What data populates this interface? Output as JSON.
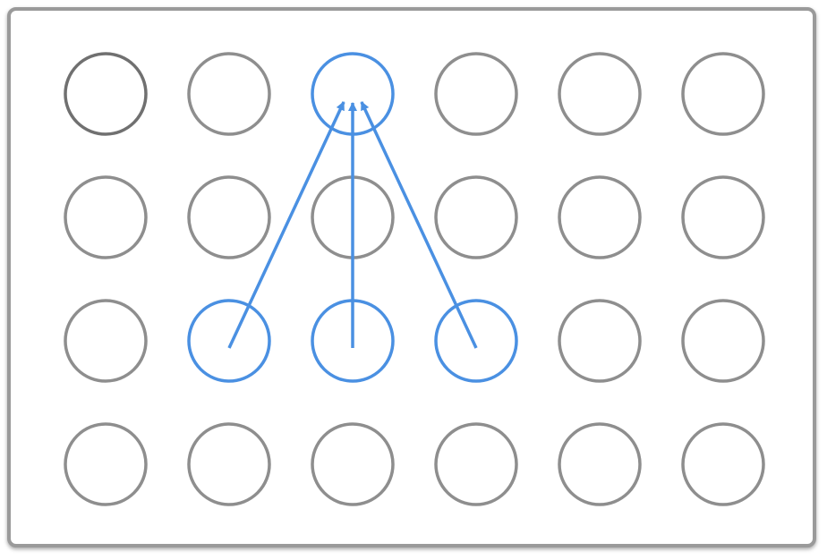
{
  "grid": {
    "rows": 4,
    "cols": 6
  },
  "colors": {
    "frame": "#9a9a9a",
    "well": "#8e8e8e",
    "well_dark": "#707070",
    "highlight": "#4a90e2"
  },
  "dark_well": {
    "row": 0,
    "col": 0
  },
  "highlighted_wells": [
    {
      "row": 0,
      "col": 2
    },
    {
      "row": 2,
      "col": 1
    },
    {
      "row": 2,
      "col": 2
    },
    {
      "row": 2,
      "col": 3
    }
  ],
  "transfers": [
    {
      "from": {
        "row": 2,
        "col": 1
      },
      "to": {
        "row": 0,
        "col": 2
      }
    },
    {
      "from": {
        "row": 2,
        "col": 2
      },
      "to": {
        "row": 0,
        "col": 2
      }
    },
    {
      "from": {
        "row": 2,
        "col": 3
      },
      "to": {
        "row": 0,
        "col": 2
      }
    }
  ]
}
